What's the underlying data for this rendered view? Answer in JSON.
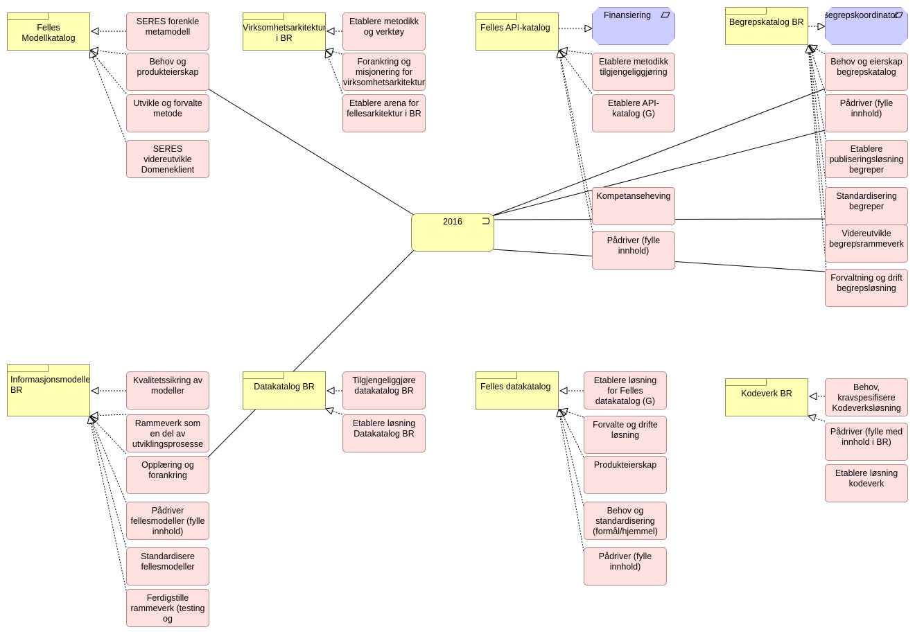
{
  "plateau": {
    "label": "2016"
  },
  "packages": {
    "felles_modellkatalog": "Felles Modellkatalog",
    "virksomhetsarkitektur": "Virksomhetsarkitektur i BR",
    "felles_api_katalog": "Felles API-katalog",
    "begrepskatalog": "Begrepskatalog BR",
    "informasjonsmodeller": "Informasjonsmodeller BR",
    "datakatalog": "Datakatalog BR",
    "felles_datakatalog": "Felles datakatalog",
    "kodeverk": "Kodeverk BR"
  },
  "roles": {
    "finansiering": "Finansiering",
    "begrepskoordinator": "Begrepskoordinator"
  },
  "work": {
    "seres_forenkle": "SERES forenkle metamodell",
    "behov_produkteierskap": "Behov og produkteierskap",
    "utvikle_metode": "Utvikle og forvalte metode",
    "seres_domeneklient": "SERES videreutvikle Domeneklient",
    "etablere_metodikk_verktoy": "Etablere metodikk og verktøy",
    "forankring_misjonering": "Forankring og misjonering for virksomhetsarkitektur",
    "etablere_arena": "Etablere arena for fellesarkitektur i BR",
    "metodikk_tilgjengeliggjoring": "Etablere metodikk tilgjengeliggjøring",
    "etablere_api_katalog": "Etablere API-katalog (G)",
    "kompetanseheving": "Kompetanseheving",
    "padriver_api": "Pådriver (fylle innhold)",
    "behov_eierskap_begrep": "Behov og eierskap begrepskatalog",
    "padriver_begrep": "Pådriver (fylle innhold)",
    "publiseringslosning": "Etablere publiseringsløsning begreper",
    "standardisering_begreper": "Standardisering begreper",
    "begrepsrammeverk": "Videreutvikle begrepsrammeverk",
    "forvaltning_begrepslosning": "Forvaltning og drift begrepsløsning",
    "kvalitetssikring": "Kvalitetssikring av modeller",
    "rammeverk_utvikling": "Rammeverk som en del av utviklingsprosesse",
    "opplaering": "Opplæring og forankring",
    "padriver_fellesmodeller": "Pådriver fellesmodeller (fylle innhold)",
    "standardisere_fellesmodeller": "Standardisere fellesmodeller",
    "ferdigstille_rammeverk": "Ferdigstille rammeverk (testing og",
    "tilgjengeliggjore_datakatalog": "Tilgjengeliggjøre datakatalog BR",
    "losning_datakatalog": "Etablere løsning Datakatalog BR",
    "losning_felles_datakatalog": "Etablere løsning for Felles datakatalog (G)",
    "forvalte_drifte": "Forvalte og drifte løsning",
    "produkteierskap": "Produkteierskap",
    "behov_standardisering": "Behov og standardisering (formål/hjemmel)",
    "padriver_datakatalog": "Pådriver (fylle innhold)",
    "behov_kodeverk": "Behov, kravspesifisere Kodeverksløsning",
    "padriver_kodeverk": "Pådriver (fylle med innhold i BR)",
    "losning_kodeverk": "Etablere løsning kodeverk"
  }
}
